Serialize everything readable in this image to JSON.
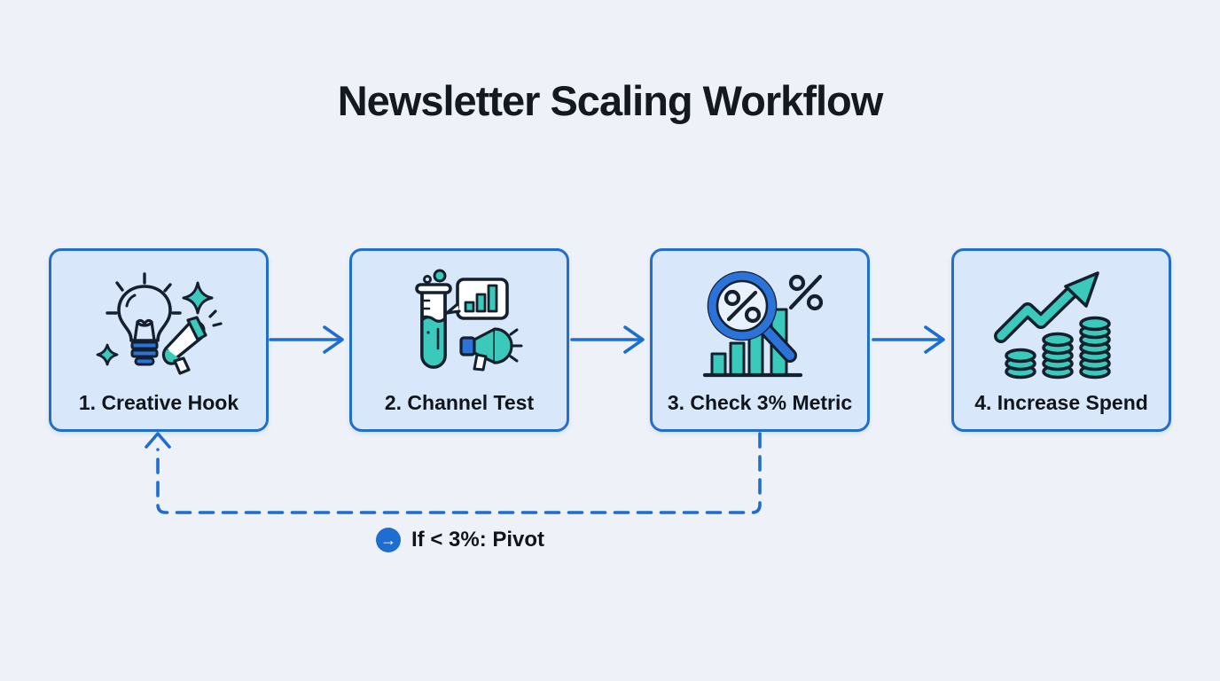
{
  "title": "Newsletter Scaling Workflow",
  "steps": [
    {
      "label": "1. Creative Hook",
      "icon": "lightbulb-megaphone-icon"
    },
    {
      "label": "2. Channel Test",
      "icon": "testtube-chart-megaphone-icon"
    },
    {
      "label": "3. Check 3% Metric",
      "icon": "magnifier-percent-chart-icon"
    },
    {
      "label": "4. Increase Spend",
      "icon": "growth-arrow-coins-icon"
    }
  ],
  "feedback": {
    "label": "If < 3%: Pivot",
    "icon": "arrow-right-circle-icon",
    "icon_glyph": "→"
  },
  "colors": {
    "background": "#eef2f8",
    "box_fill": "#d9e7fa",
    "box_border": "#2070c9",
    "arrow_blue": "#1d6ed0",
    "icon_teal": "#3bc9bb",
    "icon_blue": "#2b72d9",
    "icon_outline": "#14202e",
    "text": "#10151c"
  }
}
